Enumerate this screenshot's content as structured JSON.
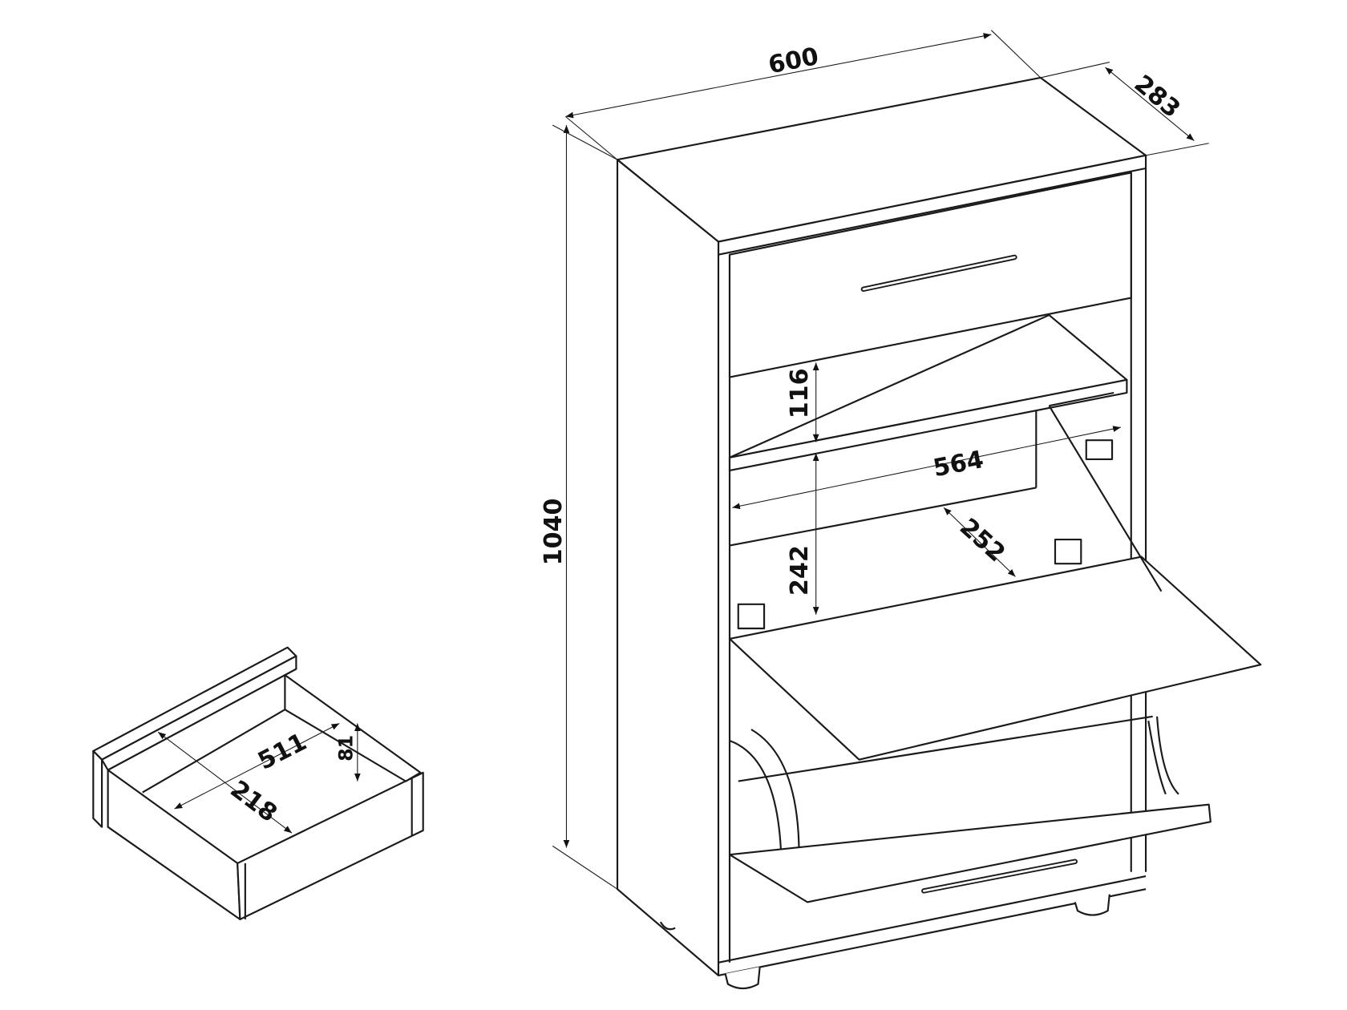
{
  "dimensions": {
    "width": "600",
    "depth": "283",
    "height": "1040",
    "top_shelf_gap": "116",
    "inner_width": "564",
    "compartment_height": "242",
    "compartment_depth": "252",
    "drawer_width": "511",
    "drawer_depth": "218",
    "drawer_height": "81"
  },
  "colors": {
    "line": "#1a1a1a",
    "background": "#ffffff"
  }
}
